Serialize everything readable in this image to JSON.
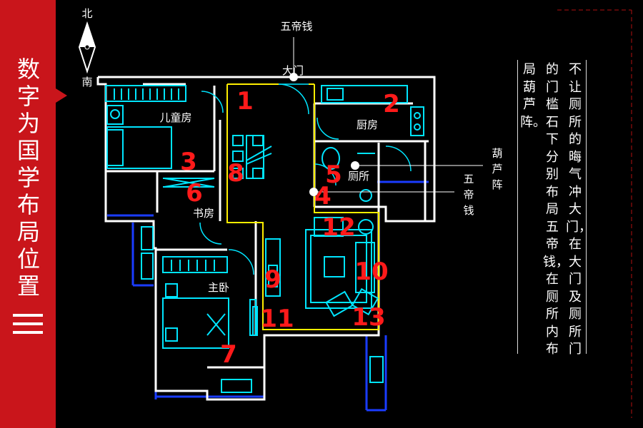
{
  "sidebar": {
    "title": "数字为国学布局位置",
    "bg_color": "#c9151b"
  },
  "compass": {
    "north": "北",
    "south": "南"
  },
  "labels": {
    "five_coins_top": "五帝钱",
    "main_door": "大门",
    "children_room": "儿童房",
    "kitchen": "厨房",
    "toilet": "厕所",
    "study": "书房",
    "master_bedroom": "主卧",
    "gourd_array": "葫芦阵",
    "five_coins_right": "五帝钱"
  },
  "numbers": [
    "1",
    "2",
    "3",
    "4",
    "5",
    "6",
    "7",
    "8",
    "9",
    "10",
    "11",
    "12",
    "13"
  ],
  "description": {
    "col1": "不让厕所的晦气冲大门，在大门及厕所门",
    "col2": "的门槛石下分别布局五帝钱，在厕所内布",
    "col3": "局葫芦阵。"
  },
  "colors": {
    "wall": "#ffffff",
    "furniture": "#00e5ff",
    "zone": "#ffee00",
    "marker": "#ff1a1a",
    "window": "#1a3cff"
  }
}
